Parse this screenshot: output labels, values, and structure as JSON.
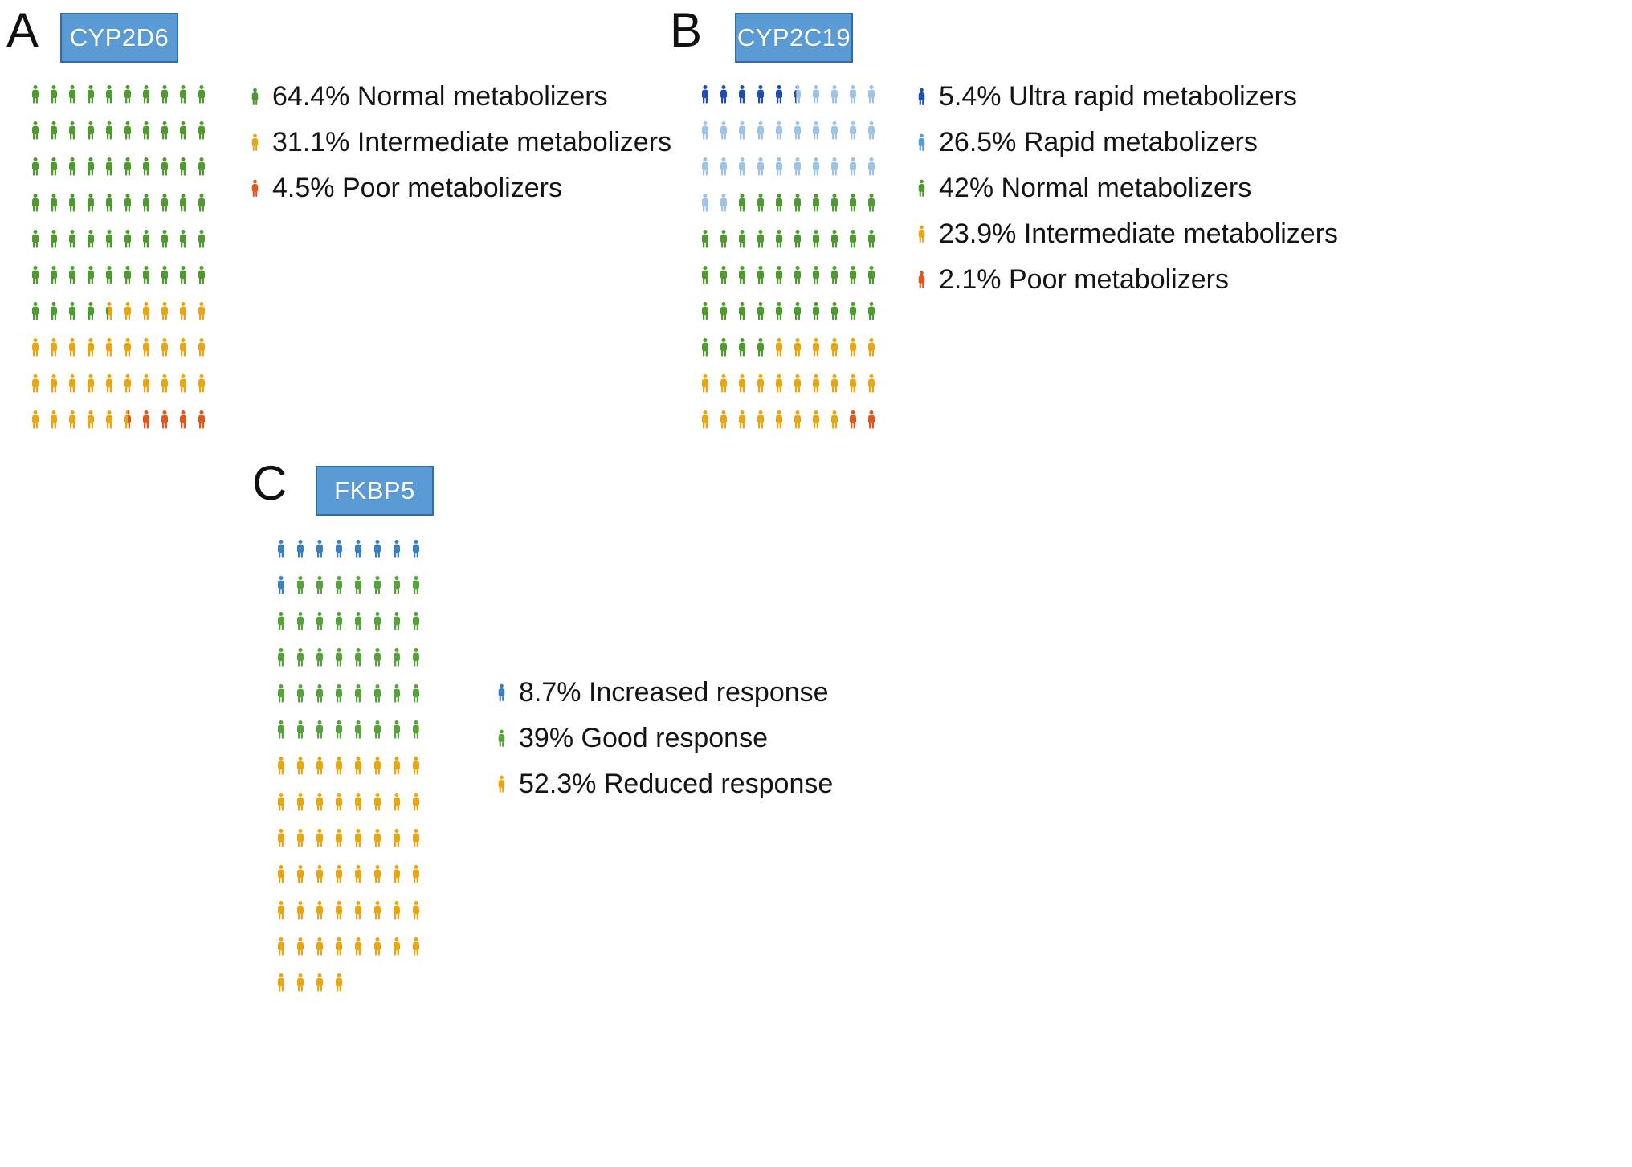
{
  "figure": {
    "background_color": "#ffffff",
    "icon_name": "person-figure-icon",
    "title_box_fill": "#5b9bd5",
    "title_box_border": "#2f6da5",
    "title_text_color": "#ffffff",
    "label_text_color": "#141414"
  },
  "palette": {
    "ultra_rapid_blue": "#1f4eb0",
    "rapid_blue": "#5b9bd5",
    "light_blue": "#9ec3e6",
    "increased_blue": "#3a7fc1",
    "normal_green": "#4e9a2f",
    "good_green": "#57a23c",
    "intermediate_orange": "#e8a612",
    "poor_red": "#e2561b"
  },
  "panels": [
    {
      "letter": "A",
      "gene": "CYP2D6",
      "columns": 10,
      "rows": 10,
      "legend": [
        {
          "percent": "64.4%",
          "label": "Normal metabolizers",
          "text": "64.4% Normal metabolizers",
          "color": "#4e9a2f",
          "name": "normal-metabolizers"
        },
        {
          "percent": "31.1%",
          "label": "Intermediate metabolizers",
          "text": "31.1% Intermediate metabolizers",
          "color": "#e8a612",
          "name": "intermediate-metabolizers"
        },
        {
          "percent": "4.5%",
          "label": "Poor metabolizers",
          "text": "4.5% Poor metabolizers",
          "color": "#e2561b",
          "name": "poor-metabolizers"
        }
      ],
      "segments": [
        {
          "key": "normal",
          "value": 64.4,
          "color": "#4e9a2f"
        },
        {
          "key": "intermediate",
          "value": 31.1,
          "color": "#e8a612"
        },
        {
          "key": "poor",
          "value": 4.5,
          "color": "#e2561b"
        }
      ]
    },
    {
      "letter": "B",
      "gene": "CYP2C19",
      "columns": 10,
      "rows": 10,
      "legend": [
        {
          "percent": "5.4%",
          "label": "Ultra rapid metabolizers",
          "text": "5.4% Ultra rapid metabolizers",
          "color": "#1f4eb0",
          "name": "ultra-rapid-metabolizers"
        },
        {
          "percent": "26.5%",
          "label": "Rapid metabolizers",
          "text": "26.5% Rapid metabolizers",
          "color": "#5b9bd5",
          "name": "rapid-metabolizers"
        },
        {
          "percent": "42%",
          "label": "Normal metabolizers",
          "text": "42% Normal metabolizers",
          "color": "#4e9a2f",
          "name": "normal-metabolizers"
        },
        {
          "percent": "23.9%",
          "label": "Intermediate metabolizers",
          "text": "23.9% Intermediate metabolizers",
          "color": "#e8a612",
          "name": "intermediate-metabolizers"
        },
        {
          "percent": "2.1%",
          "label": "Poor metabolizers",
          "text": "2.1% Poor metabolizers",
          "color": "#e2561b",
          "name": "poor-metabolizers"
        }
      ],
      "segments": [
        {
          "key": "ultra_rapid",
          "value": 5.4,
          "color": "#1f4eb0"
        },
        {
          "key": "rapid",
          "value": 26.5,
          "color": "#9ec3e6"
        },
        {
          "key": "normal",
          "value": 42.0,
          "color": "#4e9a2f"
        },
        {
          "key": "intermediate",
          "value": 23.9,
          "color": "#e8a612"
        },
        {
          "key": "poor",
          "value": 2.1,
          "color": "#e2561b"
        }
      ]
    },
    {
      "letter": "C",
      "gene": "FKBP5",
      "columns": 8,
      "rows": 12.5,
      "legend": [
        {
          "percent": "8.7%",
          "label": "Increased response",
          "text": "8.7% Increased response",
          "color": "#3a7fc1",
          "name": "increased-response"
        },
        {
          "percent": "39%",
          "label": "Good response",
          "text": "39% Good response",
          "color": "#57a23c",
          "name": "good-response"
        },
        {
          "percent": "52.3%",
          "label": "Reduced response",
          "text": "52.3% Reduced response",
          "color": "#e8a612",
          "name": "reduced-response"
        }
      ],
      "segments": [
        {
          "key": "increased",
          "value": 8.7,
          "color": "#3a7fc1"
        },
        {
          "key": "good",
          "value": 39.0,
          "color": "#57a23c"
        },
        {
          "key": "reduced",
          "value": 52.3,
          "color": "#e8a612"
        }
      ]
    }
  ],
  "chart_data": {
    "type": "pie",
    "title": "",
    "subtitle": "",
    "xlabel": "",
    "ylabel": "",
    "grid": false,
    "legend_position": "right",
    "note": "Three 100-unit pictogram (isotype/waffle) charts; each person icon = 1% of the population.",
    "charts": [
      {
        "id": "A",
        "title": "CYP2D6",
        "unit": "percent of patients",
        "icon_value": 1,
        "total": 100,
        "categories": [
          "Normal metabolizers",
          "Intermediate metabolizers",
          "Poor metabolizers"
        ],
        "values": [
          64.4,
          31.1,
          4.5
        ],
        "colors": [
          "#4e9a2f",
          "#e8a612",
          "#e2561b"
        ]
      },
      {
        "id": "B",
        "title": "CYP2C19",
        "unit": "percent of patients",
        "icon_value": 1,
        "total": 100,
        "categories": [
          "Ultra rapid metabolizers",
          "Rapid metabolizers",
          "Normal metabolizers",
          "Intermediate metabolizers",
          "Poor metabolizers"
        ],
        "values": [
          5.4,
          26.5,
          42.0,
          23.9,
          2.1
        ],
        "colors": [
          "#1f4eb0",
          "#9ec3e6",
          "#4e9a2f",
          "#e8a612",
          "#e2561b"
        ]
      },
      {
        "id": "C",
        "title": "FKBP5",
        "unit": "percent of patients",
        "icon_value": 1,
        "total": 100,
        "categories": [
          "Increased response",
          "Good response",
          "Reduced response"
        ],
        "values": [
          8.7,
          39.0,
          52.3
        ],
        "colors": [
          "#3a7fc1",
          "#57a23c",
          "#e8a612"
        ]
      }
    ]
  }
}
